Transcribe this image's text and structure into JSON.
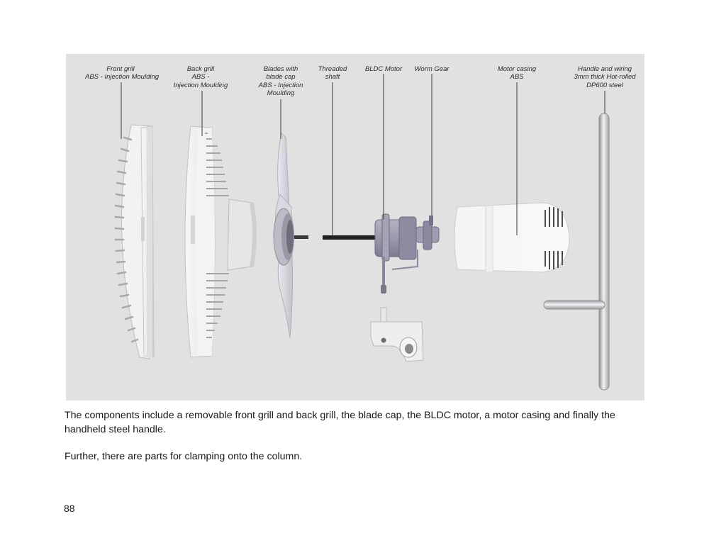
{
  "figure": {
    "callouts": [
      {
        "id": "front-grill",
        "lines": [
          "Front grill",
          "ABS - Injection Moulding"
        ]
      },
      {
        "id": "back-grill",
        "lines": [
          "Back grill",
          "ABS -",
          "Injection Moulding"
        ]
      },
      {
        "id": "blades",
        "lines": [
          "Blades with",
          "blade cap",
          "ABS - Injection",
          "Moulding"
        ]
      },
      {
        "id": "threaded-shaft",
        "lines": [
          "Threaded",
          "shaft"
        ]
      },
      {
        "id": "bldc-motor",
        "lines": [
          "BLDC Motor"
        ]
      },
      {
        "id": "worm-gear",
        "lines": [
          "Worm Gear"
        ]
      },
      {
        "id": "motor-casing",
        "lines": [
          "Motor casing",
          "ABS"
        ]
      },
      {
        "id": "handle",
        "lines": [
          "Handle and wiring",
          "3mm thick Hot-rolled",
          "DP600 steel"
        ]
      }
    ]
  },
  "caption": {
    "paragraph_1": "The components include a removable front grill and back grill, the blade cap, the BLDC motor, a motor casing and finally the handheld steel handle.",
    "paragraph_2": "Further, there are parts for clamping onto the column."
  },
  "page_number": "88"
}
